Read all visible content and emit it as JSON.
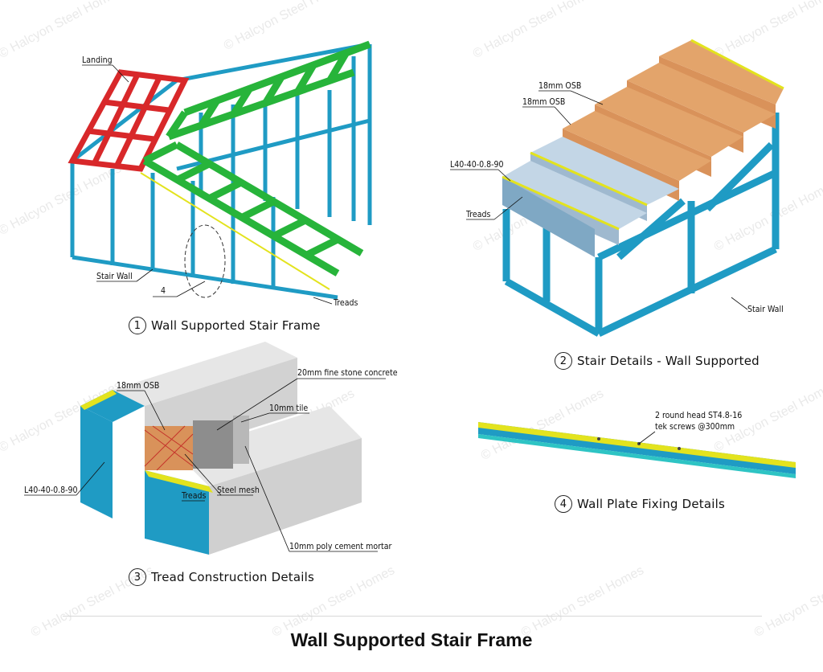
{
  "watermark": "© Halcyon Steel Homes",
  "main_title": "Wall Supported Stair Frame",
  "panels": {
    "p1": {
      "number": "1",
      "caption": "Wall Supported Stair Frame",
      "labels": {
        "landing": "Landing",
        "stair_wall": "Stair Wall",
        "callout": "4",
        "treads": "Treads"
      }
    },
    "p2": {
      "number": "2",
      "caption": "Stair Details - Wall Supported",
      "labels": {
        "osb_top": "18mm OSB",
        "osb_bottom": "18mm OSB",
        "angle": "L40-40-0.8-90",
        "treads": "Treads",
        "stair_wall": "Stair Wall"
      }
    },
    "p3": {
      "number": "3",
      "caption": "Tread Construction Details",
      "labels": {
        "osb": "18mm OSB",
        "concrete": "20mm fine stone concrete",
        "tile": "10mm tile",
        "angle": "L40-40-0.8-90",
        "treads": "Treads",
        "mesh": "Steel mesh",
        "mortar": "10mm poly cement mortar"
      }
    },
    "p4": {
      "number": "4",
      "caption": "Wall Plate Fixing Details",
      "labels": {
        "screws_line1": "2 round head ST4.8-16",
        "screws_line2": "tek screws @300mm"
      }
    }
  },
  "colors": {
    "steel_blue": "#1f9bc4",
    "tread_green": "#27b43a",
    "landing_red": "#d8282a",
    "osb": "#d9925a",
    "yellow_plate": "#e3e31e",
    "concrete": "#dcdcdc",
    "grey_plate": "#b8cfe0"
  }
}
